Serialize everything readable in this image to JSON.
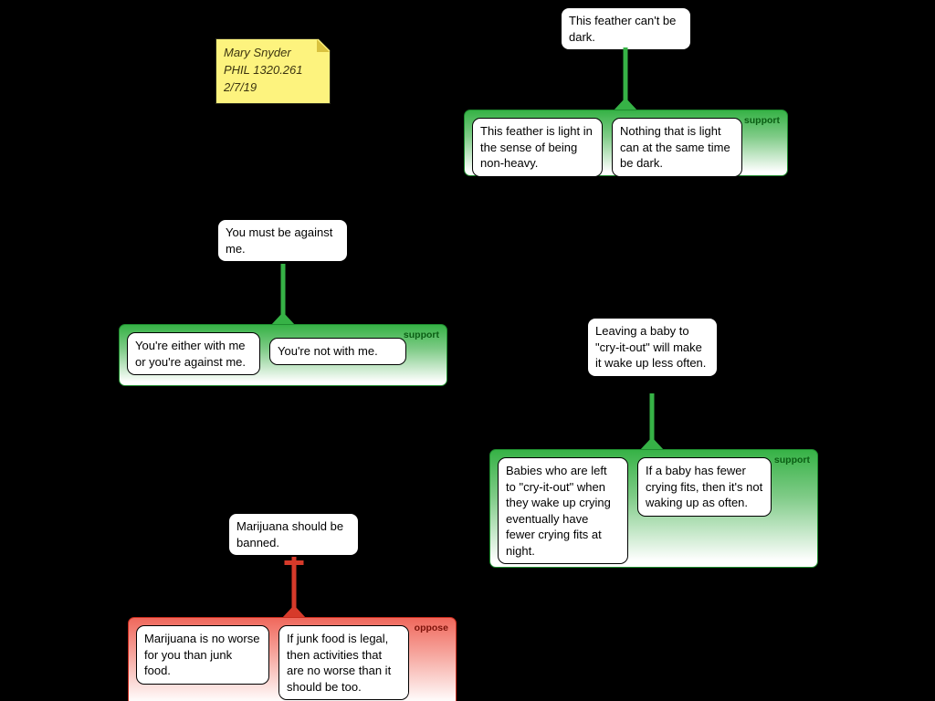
{
  "canvas": {
    "background": "#000000"
  },
  "colors": {
    "support_fill_top": "#36b246",
    "support_border": "#1f8c2f",
    "support_label_color": "#0b5e14",
    "oppose_fill_top": "#f0685c",
    "oppose_border": "#c92c1e",
    "oppose_label_color": "#7c1209",
    "note_yellow": "#fdf37e"
  },
  "note": {
    "lines": [
      "Mary Snyder",
      "PHIL 1320.261",
      "2/7/19"
    ]
  },
  "trees": [
    {
      "claim": "This feather can't be dark.",
      "relation_label": "support",
      "premises": [
        "This feather is light in the sense of being non-heavy.",
        "Nothing that is light can at the same time be dark."
      ]
    },
    {
      "claim": "You must be against me.",
      "relation_label": "support",
      "premises": [
        "You're either with me or you're against me.",
        "You're not with me."
      ]
    },
    {
      "claim": "Leaving a baby to \"cry-it-out\" will make it wake up less often.",
      "relation_label": "support",
      "premises": [
        "Babies who are left to \"cry-it-out\" when they wake up crying eventually have fewer crying fits at night.",
        "If a baby has fewer crying fits, then it's not waking up as often."
      ]
    },
    {
      "claim": "Marijuana should be banned.",
      "relation_label": "oppose",
      "premises": [
        "Marijuana is no worse for you than junk food.",
        "If junk food is legal, then activities that are no worse than it should be too."
      ]
    }
  ]
}
